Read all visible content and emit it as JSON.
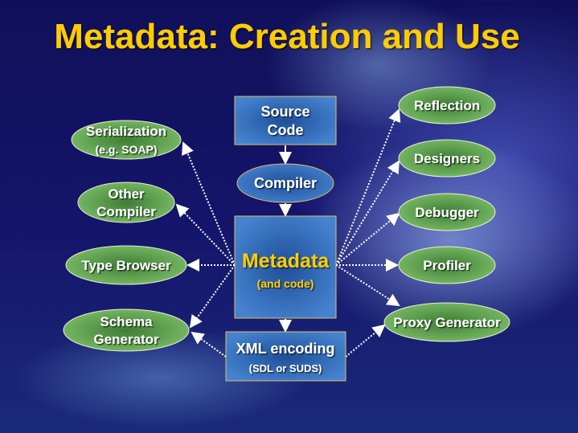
{
  "title": "Metadata: Creation and Use",
  "center": {
    "source": [
      "Source",
      "Code"
    ],
    "compiler": "Compiler",
    "metadata": "Metadata",
    "metadata_sub": "(and code)",
    "xml": "XML encoding",
    "xml_sub": "(SDL or SUDS)"
  },
  "left": [
    {
      "lines": [
        "Serialization",
        "(e.g. SOAP)"
      ]
    },
    {
      "lines": [
        "Other",
        "Compiler"
      ]
    },
    {
      "lines": [
        "Type Browser"
      ]
    },
    {
      "lines": [
        "Schema",
        "Generator"
      ]
    }
  ],
  "right": [
    {
      "lines": [
        "Reflection"
      ]
    },
    {
      "lines": [
        "Designers"
      ]
    },
    {
      "lines": [
        "Debugger"
      ]
    },
    {
      "lines": [
        "Profiler"
      ]
    },
    {
      "lines": [
        "Proxy Generator"
      ]
    }
  ],
  "colors": {
    "title": "#FFCC00",
    "box": "#3A6FC0",
    "ellipse": "#5FA050",
    "border": "#E0C060"
  }
}
